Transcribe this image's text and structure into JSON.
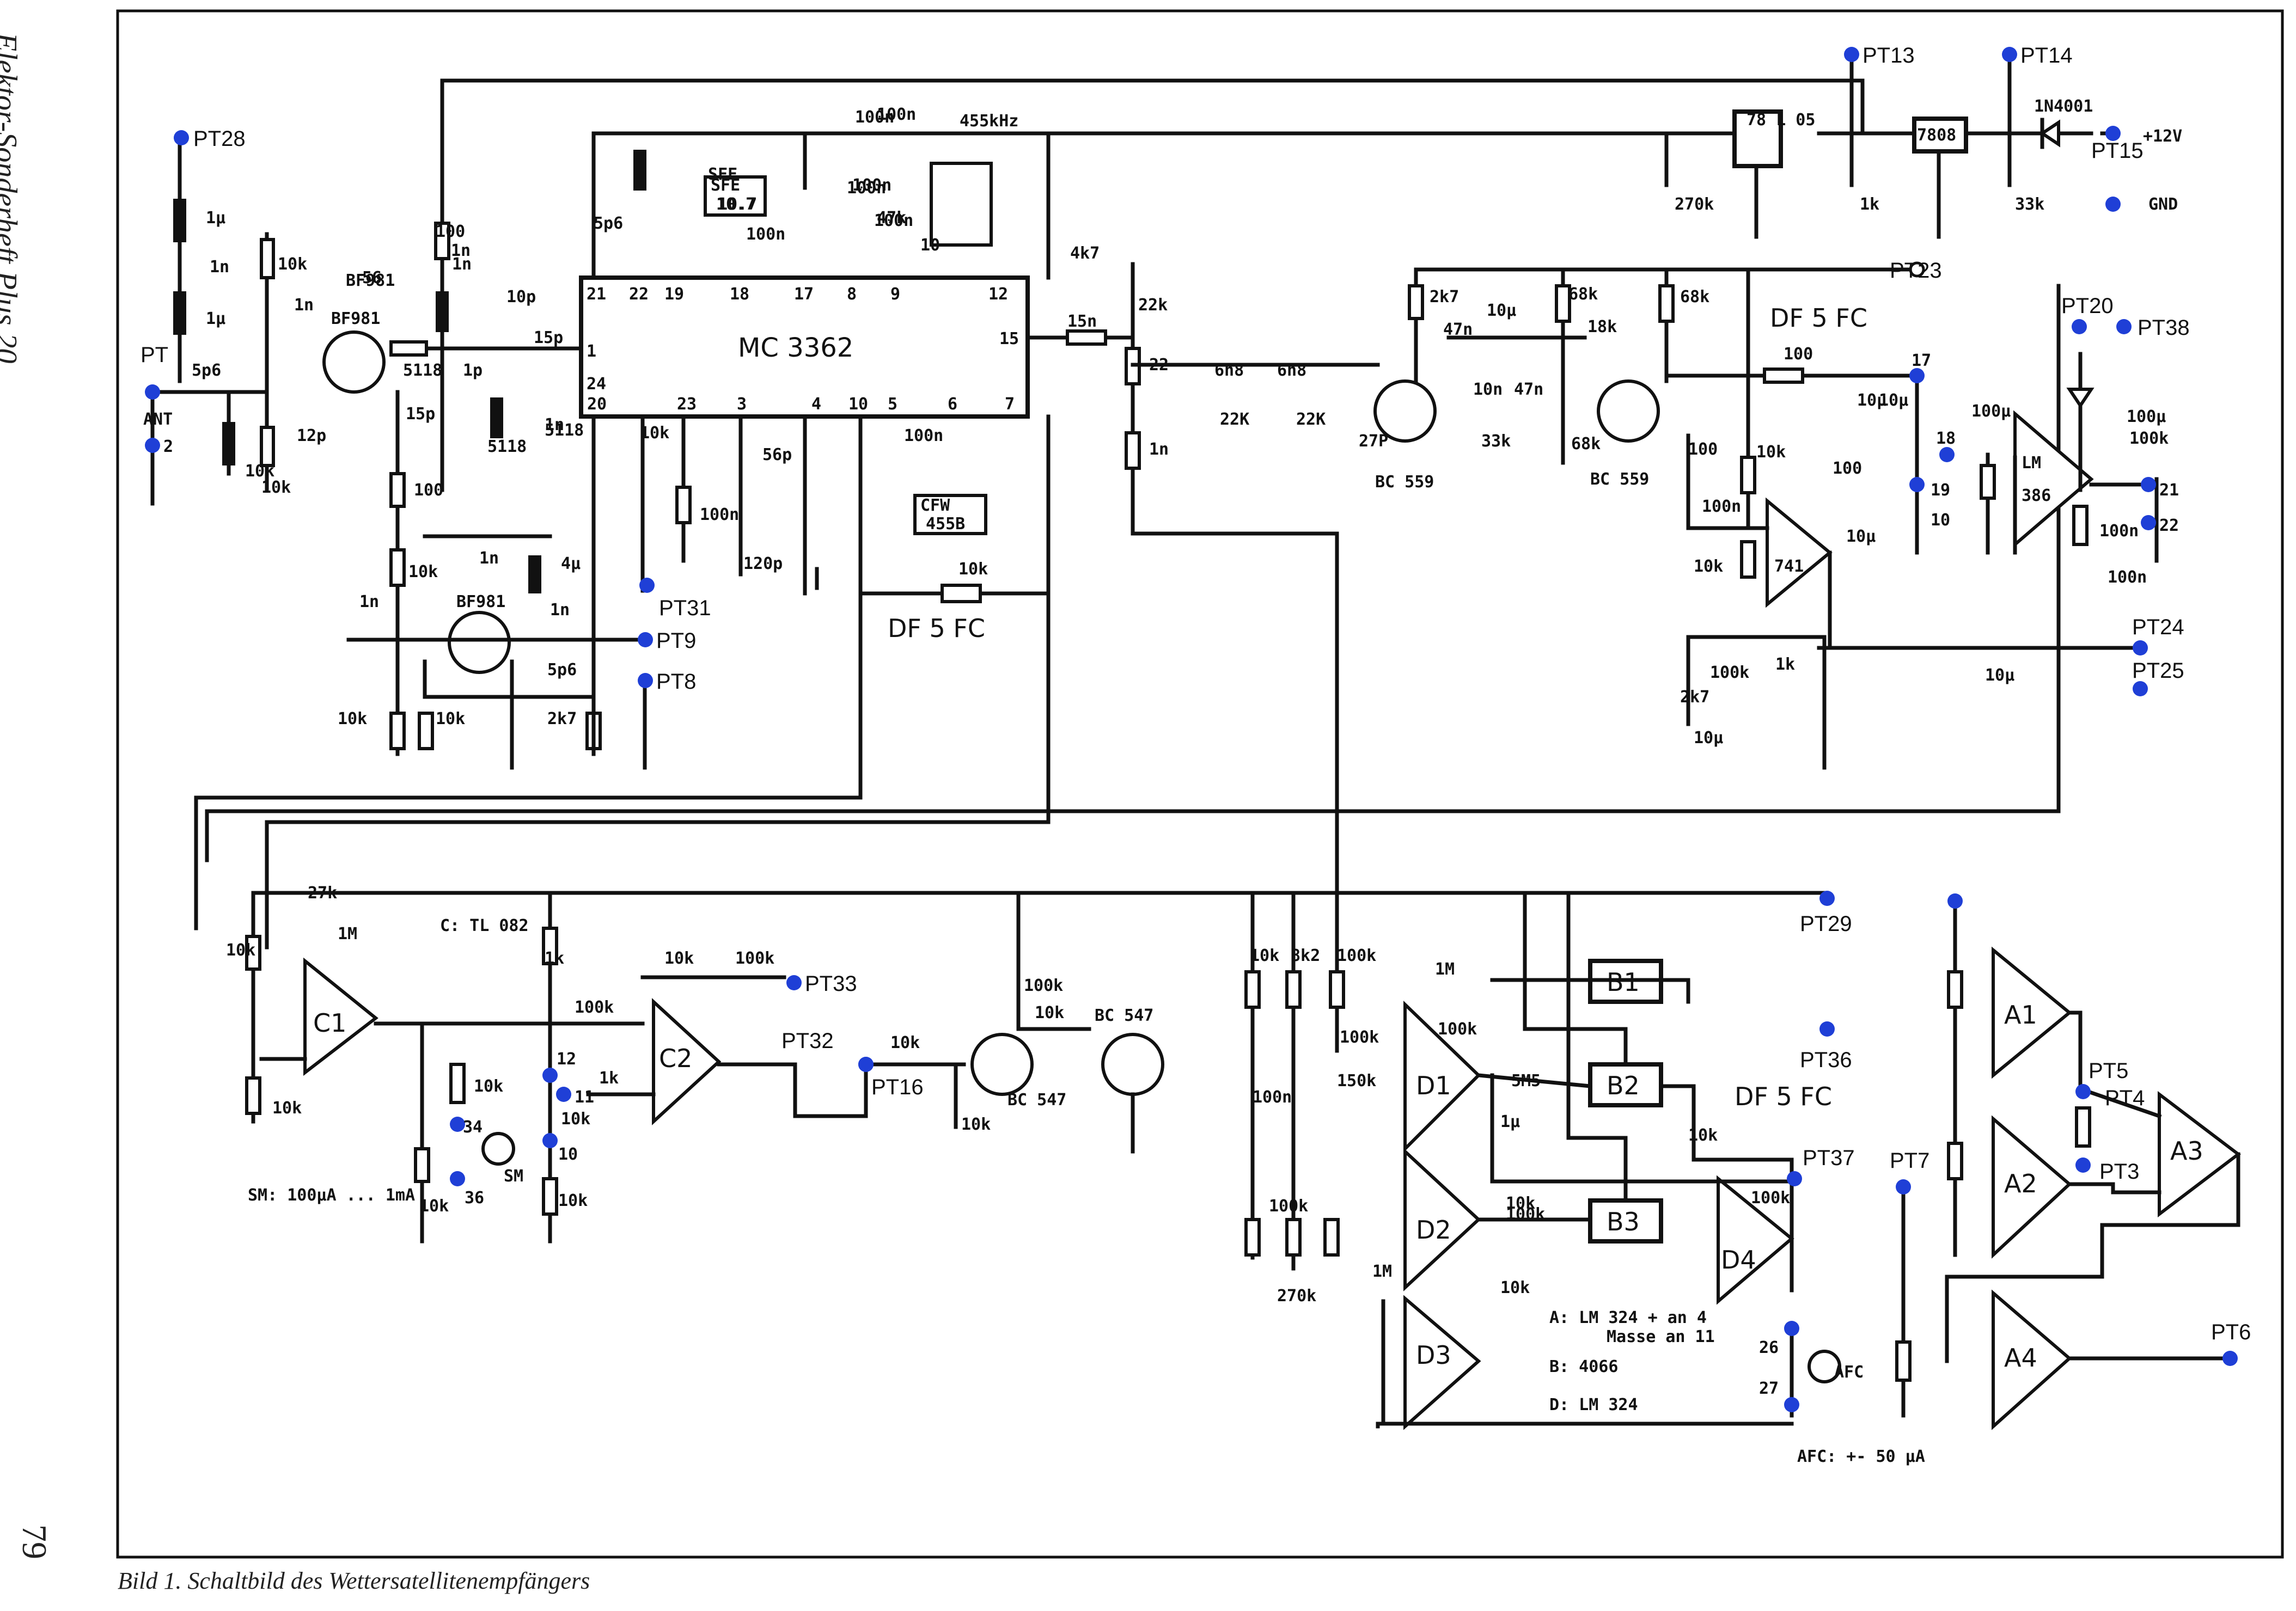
{
  "sidebar_text": "Elektor-Sonderheft Plus 20",
  "page_number": "79",
  "caption": "Bild 1. Schaltbild des Wettersatellitenempfängers",
  "ic_main": "MC 3362",
  "ic_main_pins_top": [
    "21",
    "22",
    "19",
    "18",
    "17",
    "8",
    "9",
    "12"
  ],
  "ic_main_pins_bottom": [
    "20",
    "23",
    "3",
    "4",
    "10",
    "5",
    "6",
    "7"
  ],
  "ic_main_pins_left": [
    "1",
    "24"
  ],
  "ic_main_pin_right": "15",
  "filter_sfe": "SFE\n10.7",
  "filter_cfw": "CFW\n455B",
  "freq_455": "455kHz",
  "regulator_78l05": "78\nL\n05",
  "regulator_7808": "7808",
  "diode_1n4001": "1N4001",
  "supply_12v": "+12V",
  "gnd": "GND",
  "df5fc": "DF 5 FC",
  "transistors": [
    "BF981",
    "BF981",
    "BC 559",
    "BC 559",
    "BC 547",
    "BC 547"
  ],
  "opamp_741": "741",
  "amp_lm386": "LM\n386",
  "notes": {
    "c_tl082": "C: TL 082",
    "sm_range": "SM: 100µA ... 1mA",
    "a_lm324": "A: LM 324  + an 4",
    "masse_11": "Masse an 11",
    "b_4066": "B: 4066",
    "d_lm324": "D: LM 324",
    "afc_range": "AFC: +- 50 µA"
  },
  "blocks": [
    "C1",
    "C2",
    "D1",
    "D2",
    "D3",
    "D4",
    "B1",
    "B2",
    "B3",
    "A1",
    "A2",
    "A3",
    "A4"
  ],
  "meters": [
    "SM",
    "AFC"
  ],
  "test_points": [
    "PT28",
    "PT",
    "ANT",
    "2",
    "PT31",
    "PT9",
    "PT8",
    "PT13",
    "PT14",
    "PT15",
    "GND",
    "PT23",
    "PT20",
    "PT38",
    "17",
    "18",
    "19",
    "21",
    "22",
    "PT24",
    "PT25",
    "PT33",
    "PT32",
    "PT16",
    "12",
    "11",
    "34",
    "36",
    "10",
    "PT29",
    "PT36",
    "PT37",
    "PT7",
    "PT5",
    "PT4",
    "PT3",
    "26",
    "27",
    "PT6"
  ],
  "component_labels": [
    "1µ",
    "1n",
    "1µ",
    "5p6",
    "10k",
    "10k",
    "1n",
    "BF981",
    "5118",
    "56",
    "100",
    "1n",
    "1n",
    "15p",
    "1p",
    "10p",
    "15p",
    "5118",
    "1n",
    "12p",
    "100",
    "10k",
    "1n",
    "4µ",
    "1n",
    "1n",
    "5p6",
    "10k",
    "10k",
    "2k7",
    "10k",
    "5118",
    "5p6",
    "SFE",
    "10.7",
    "100n",
    "100n",
    "100n",
    "47k",
    "10",
    "4k7",
    "15n",
    "22k",
    "22",
    "1n",
    "10k",
    "100n",
    "56p",
    "120p",
    "100n",
    "10k",
    "6n8",
    "6n8",
    "22K",
    "22K",
    "27P",
    "2k7",
    "10µ",
    "47n",
    "68k",
    "68k",
    "18k",
    "10n",
    "47n",
    "33k",
    "68k",
    "100",
    "10µ",
    "100",
    "10k",
    "100",
    "100n",
    "10k",
    "10µ",
    "100k",
    "1k",
    "2k7",
    "10µ",
    "10µ",
    "10µ",
    "100µ",
    "100µ",
    "100k",
    "10",
    "100n",
    "100n",
    "100n",
    "100n",
    "100n",
    "270k",
    "1k",
    "33k",
    "27k",
    "1M",
    "10k",
    "10k",
    "1k",
    "10k",
    "100k",
    "100k",
    "1k",
    "10k",
    "100k",
    "10k",
    "10k",
    "10k",
    "10k",
    "10k",
    "10k",
    "10k",
    "8k2",
    "100k",
    "100n",
    "100k",
    "270k",
    "1M",
    "100k",
    "150k",
    "1M",
    "100k",
    "5M5",
    "1µ",
    "100k",
    "10k",
    "10k",
    "10k",
    "100k"
  ]
}
